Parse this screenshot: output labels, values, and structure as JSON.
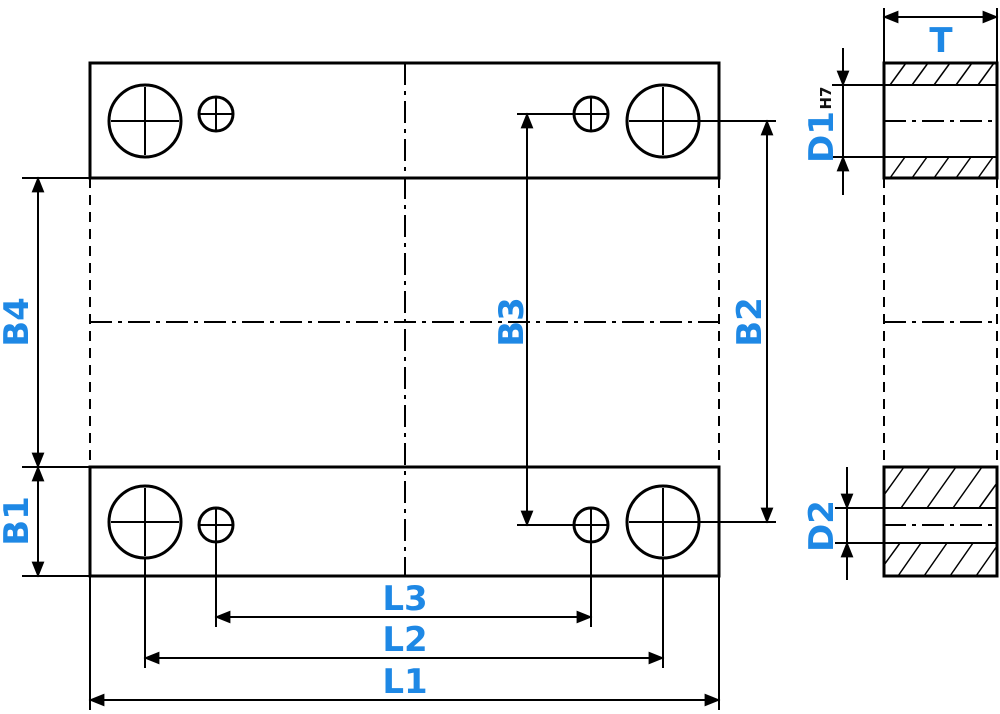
{
  "labels": {
    "L1": "L1",
    "L2": "L2",
    "L3": "L3",
    "B1": "B1",
    "B2": "B2",
    "B3": "B3",
    "B4": "B4",
    "T": "T",
    "D1": "D1",
    "D1_tolerance": "H7",
    "D2": "D2"
  },
  "colors": {
    "label": "#1e88e5",
    "line": "#000000"
  }
}
